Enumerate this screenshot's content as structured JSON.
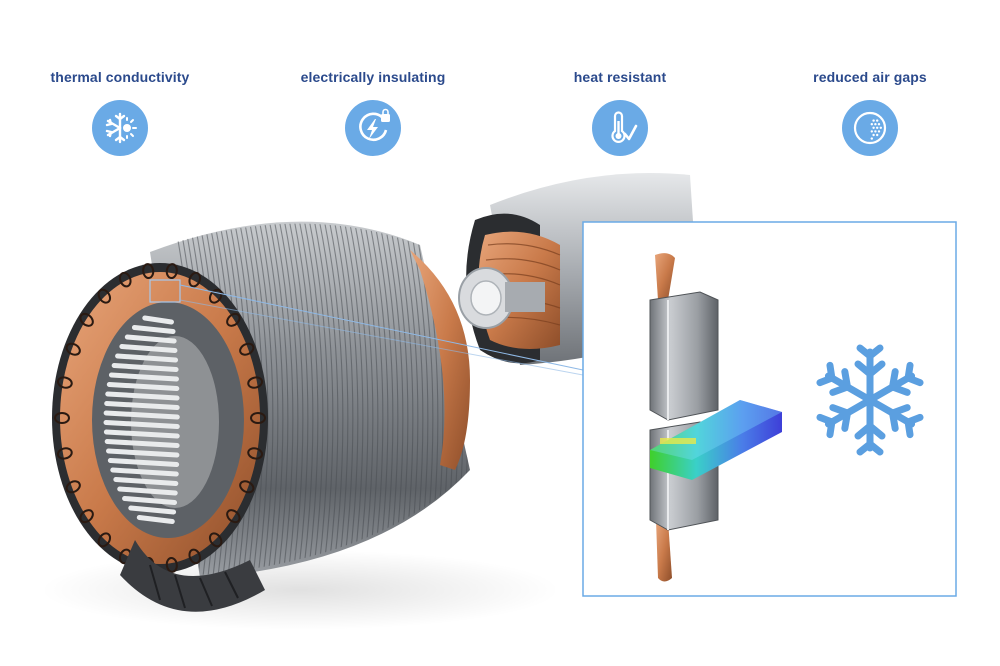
{
  "features": [
    {
      "label": "thermal conductivity",
      "icon": "snowflake-sun-icon"
    },
    {
      "label": "electrically insulating",
      "icon": "lightning-lock-icon"
    },
    {
      "label": "heat resistant",
      "icon": "thermometer-check-icon"
    },
    {
      "label": "reduced air gaps",
      "icon": "dotted-circle-icon"
    }
  ],
  "colors": {
    "label_text": "#2b4a8c",
    "badge": "#6aaae6",
    "inset_border": "#6aaae6",
    "copper": "#c97a4a",
    "steel": "#8a8e93",
    "snowflake": "#5b9fe0"
  }
}
